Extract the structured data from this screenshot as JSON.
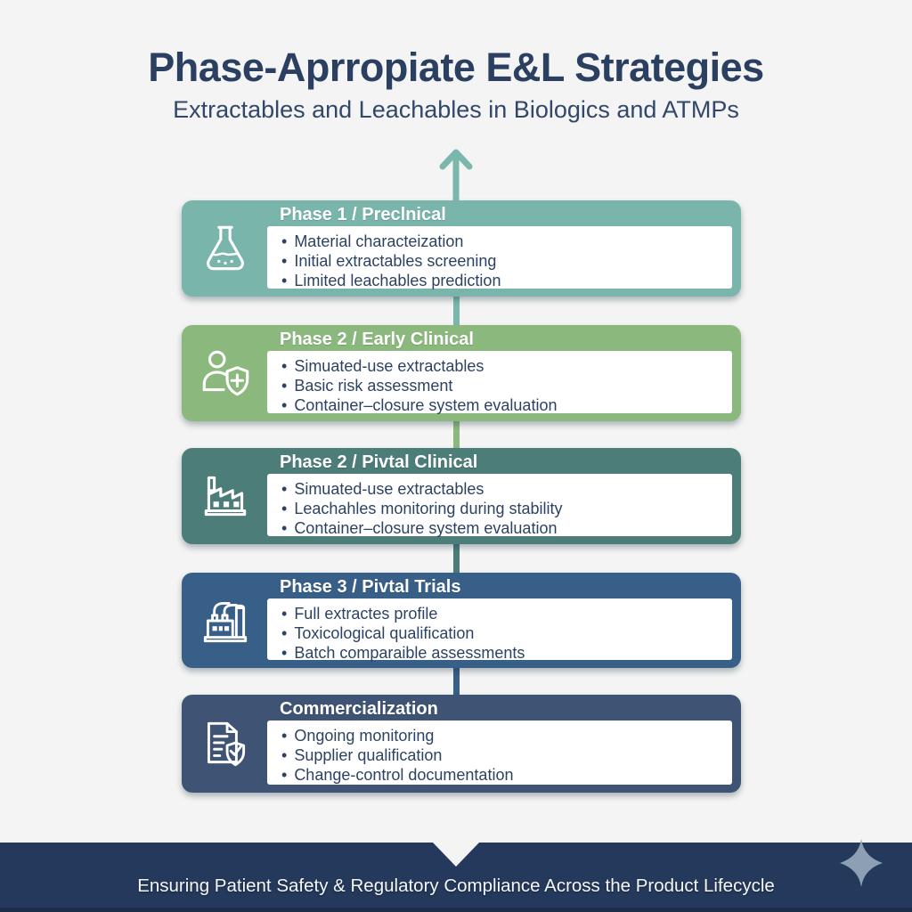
{
  "header": {
    "title": "Phase-Aprropiate E&L Strategies",
    "subtitle": "Extractables and Leachables in Biologics and ATMPs"
  },
  "phases": [
    {
      "label": "Phase 1 / Preclnical",
      "icon": "flask-icon",
      "color": "#79b5aa",
      "bullets": [
        "Material characteization",
        "Initial extractables screening",
        "Limited leachables prediction"
      ]
    },
    {
      "label": "Phase 2 / Early Clinical",
      "icon": "patient-shield-icon",
      "color": "#8bb97d",
      "bullets": [
        "Simuated-use extractables",
        "Basic risk assessment",
        "Container–closure system evaluation"
      ]
    },
    {
      "label": "Phase 2 / Pivtal Clinical",
      "icon": "factory-icon",
      "color": "#4d7d79",
      "bullets": [
        "Simuated-use extractables",
        "Leachahles monitoring during stability",
        "Container–closure system evaluation"
      ]
    },
    {
      "label": "Phase 3 / Pivtal Trials",
      "icon": "industrial-plant-icon",
      "color": "#375f88",
      "bullets": [
        "Full extractes profile",
        "Toxicological qualification",
        "Batch comparaible assessments"
      ]
    },
    {
      "label": "Commercialization",
      "icon": "document-shield-icon",
      "color": "#3f5475",
      "bullets": [
        "Ongoing monitoring",
        "Supplier qualification",
        "Change-control documentation"
      ]
    }
  ],
  "bullet_glyph": "•",
  "footer": {
    "text": "Ensuring Patient Safety & Regulatory Compliance Across the Product Lifecycle"
  },
  "colors": {
    "background": "#f3f4f3",
    "title_text": "#2b4060",
    "bullet_text": "#2d4263",
    "timeline_arrow": "#7cb7ac",
    "footer_bar": "#24395b",
    "sparkle": "#8da0b3"
  }
}
